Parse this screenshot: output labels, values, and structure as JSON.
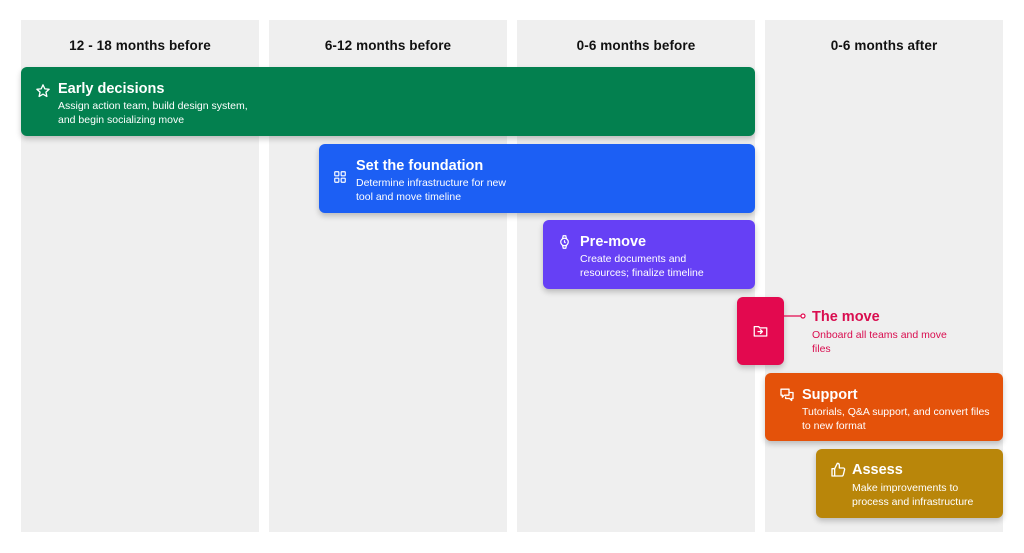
{
  "columns": [
    {
      "label": "12 - 18 months before"
    },
    {
      "label": "6-12 months before"
    },
    {
      "label": "0-6 months before"
    },
    {
      "label": "0-6 months after"
    }
  ],
  "phases": [
    {
      "title": "Early decisions",
      "description": "Assign action team, build design system, and begin socializing move",
      "color": "#03804f",
      "icon": "star-icon"
    },
    {
      "title": "Set the foundation",
      "description": "Determine infrastructure for new tool and move timeline",
      "color": "#1c5ff4",
      "icon": "grid-icon"
    },
    {
      "title": "Pre-move",
      "description": "Create documents and resources; finalize timeline",
      "color": "#6640f5",
      "icon": "watch-icon"
    },
    {
      "title": "The move",
      "description": "Onboard all teams and move files",
      "color": "#e3094f",
      "icon": "folder-move-icon"
    },
    {
      "title": "Support",
      "description": "Tutorials, Q&A support, and convert files to new format",
      "color": "#e4520a",
      "icon": "chat-bubbles-icon"
    },
    {
      "title": "Assess",
      "description": "Make improvements to process and infrastructure",
      "color": "#b9860a",
      "icon": "thumbs-up-icon"
    }
  ]
}
